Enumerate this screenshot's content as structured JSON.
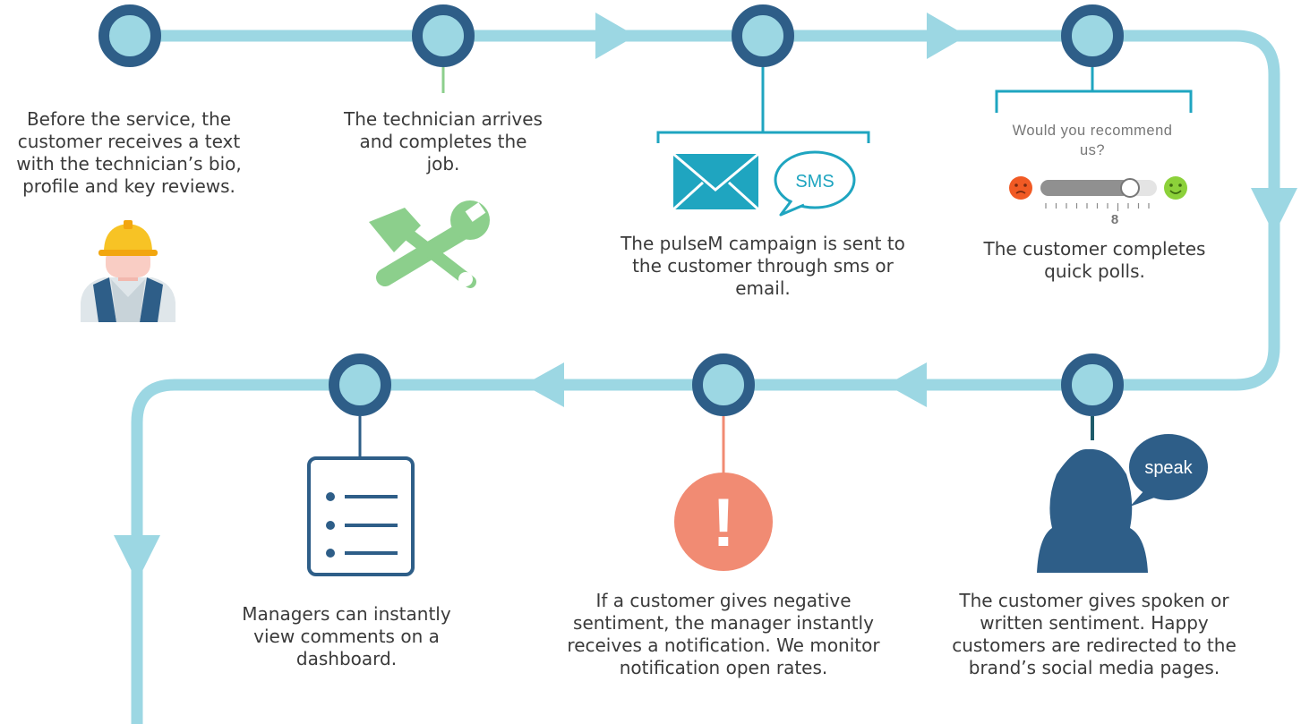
{
  "steps": [
    {
      "caption": "Before the service, the customer receives a text with the technician’s bio, profile and key reviews."
    },
    {
      "caption": "The technician arrives and completes the job."
    },
    {
      "caption": "The pulseM campaign is sent to the customer through sms or email."
    },
    {
      "caption": "The customer completes quick polls."
    },
    {
      "caption": "The customer gives spoken or written sentiment. Happy customers are redirected to the brand’s social media pages."
    },
    {
      "caption": "If a customer gives negative sentiment, the manager instantly receives a notification. We monitor notification open rates."
    },
    {
      "caption": "Managers can instantly view comments on a dashboard."
    }
  ],
  "poll": {
    "question": "Would you recommend us?",
    "score": "8",
    "level": 0.8
  },
  "badges": {
    "sms": "SMS",
    "speak": "speak",
    "alert": "!"
  },
  "icons": {
    "step1": "technician-avatar-icon",
    "step2": "tools-icon",
    "step3": "email-icon",
    "step4": "rating-slider-icon",
    "step5": "person-speaking-icon",
    "step6": "alert-icon",
    "step7": "checklist-icon"
  },
  "colors": {
    "path": "#9cd7e3",
    "node_ring": "#2e5e88",
    "node_fill": "#9cd7e3",
    "accent_green": "#8ccf8c",
    "accent_coral": "#f18b73",
    "accent_teal": "#1fa5c0",
    "text": "#3a3a3a"
  }
}
